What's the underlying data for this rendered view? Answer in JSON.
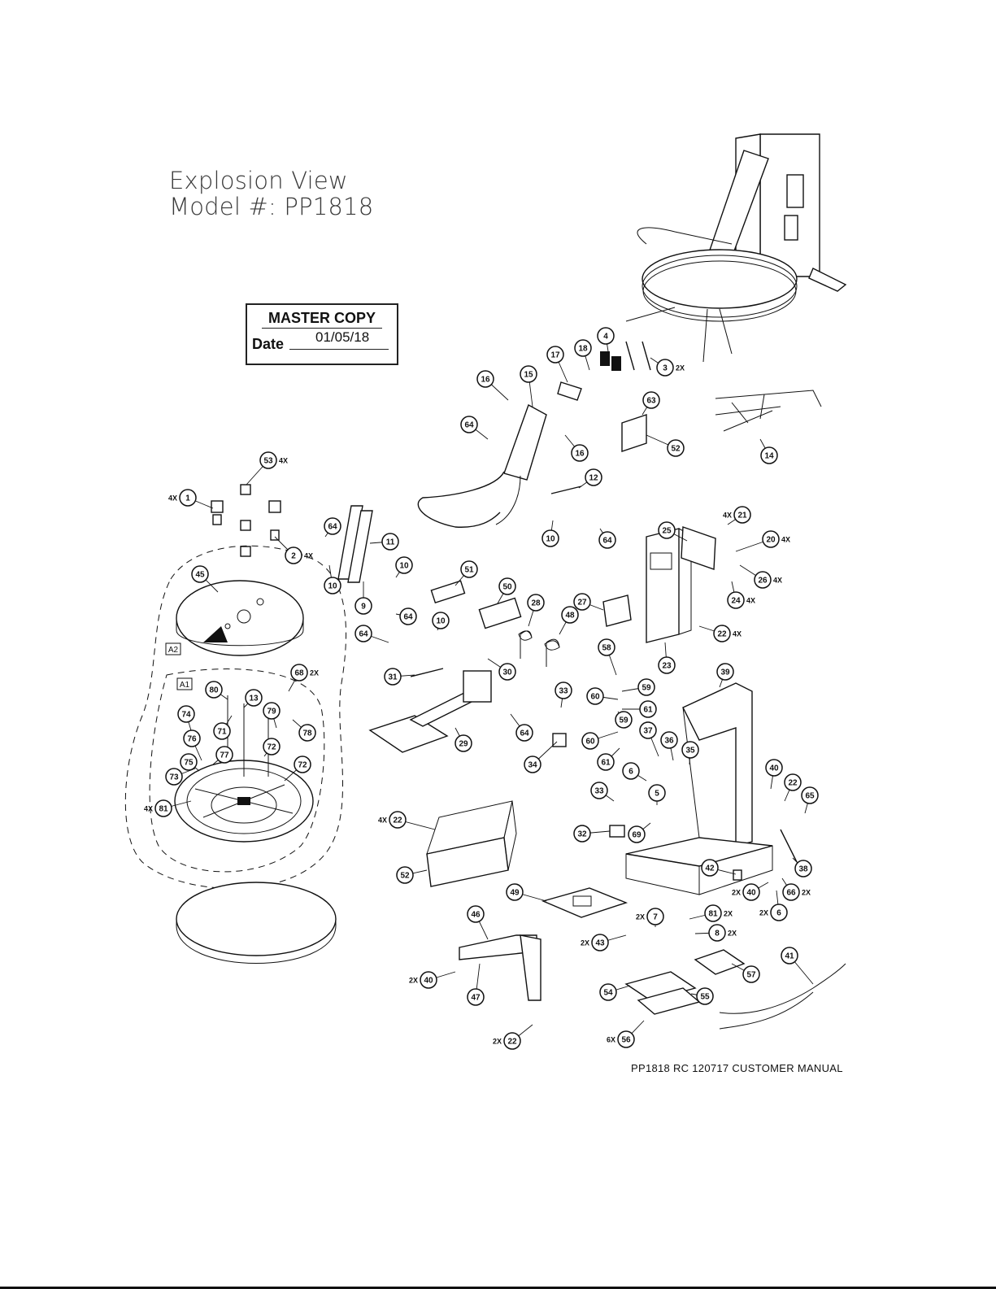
{
  "title": [
    "Explosion View",
    "Model #: PP1818"
  ],
  "stamp": {
    "title": "MASTER COPY",
    "date_label": "Date",
    "date_value": "01/05/18"
  },
  "footer": "PP1818 RC 120717 CUSTOMER MANUAL",
  "zones": [
    "A2",
    "A1"
  ],
  "callouts": [
    {
      "n": "1",
      "qty": "4X"
    },
    {
      "n": "2",
      "qty": "4X"
    },
    {
      "n": "3",
      "qty": "2X"
    },
    {
      "n": "4",
      "qty": ""
    },
    {
      "n": "5",
      "qty": ""
    },
    {
      "n": "6",
      "qty": ""
    },
    {
      "n": "6",
      "qty": "2X"
    },
    {
      "n": "7",
      "qty": "2X"
    },
    {
      "n": "8",
      "qty": "2X"
    },
    {
      "n": "9",
      "qty": ""
    },
    {
      "n": "10",
      "qty": ""
    },
    {
      "n": "10",
      "qty": ""
    },
    {
      "n": "10",
      "qty": ""
    },
    {
      "n": "10",
      "qty": ""
    },
    {
      "n": "11",
      "qty": ""
    },
    {
      "n": "12",
      "qty": ""
    },
    {
      "n": "13",
      "qty": ""
    },
    {
      "n": "14",
      "qty": ""
    },
    {
      "n": "15",
      "qty": ""
    },
    {
      "n": "16",
      "qty": ""
    },
    {
      "n": "16",
      "qty": ""
    },
    {
      "n": "17",
      "qty": ""
    },
    {
      "n": "18",
      "qty": ""
    },
    {
      "n": "20",
      "qty": "4X"
    },
    {
      "n": "21",
      "qty": "4X"
    },
    {
      "n": "22",
      "qty": "4X"
    },
    {
      "n": "22",
      "qty": "4X"
    },
    {
      "n": "22",
      "qty": ""
    },
    {
      "n": "22",
      "qty": "2X"
    },
    {
      "n": "23",
      "qty": ""
    },
    {
      "n": "24",
      "qty": "4X"
    },
    {
      "n": "25",
      "qty": ""
    },
    {
      "n": "26",
      "qty": "4X"
    },
    {
      "n": "27",
      "qty": ""
    },
    {
      "n": "28",
      "qty": ""
    },
    {
      "n": "29",
      "qty": ""
    },
    {
      "n": "30",
      "qty": ""
    },
    {
      "n": "31",
      "qty": ""
    },
    {
      "n": "32",
      "qty": ""
    },
    {
      "n": "33",
      "qty": ""
    },
    {
      "n": "33",
      "qty": ""
    },
    {
      "n": "34",
      "qty": ""
    },
    {
      "n": "35",
      "qty": ""
    },
    {
      "n": "36",
      "qty": ""
    },
    {
      "n": "37",
      "qty": ""
    },
    {
      "n": "38",
      "qty": ""
    },
    {
      "n": "39",
      "qty": ""
    },
    {
      "n": "40",
      "qty": ""
    },
    {
      "n": "40",
      "qty": "2X"
    },
    {
      "n": "40",
      "qty": "2X"
    },
    {
      "n": "41",
      "qty": ""
    },
    {
      "n": "42",
      "qty": ""
    },
    {
      "n": "43",
      "qty": "2X"
    },
    {
      "n": "45",
      "qty": ""
    },
    {
      "n": "46",
      "qty": ""
    },
    {
      "n": "47",
      "qty": ""
    },
    {
      "n": "48",
      "qty": ""
    },
    {
      "n": "49",
      "qty": ""
    },
    {
      "n": "50",
      "qty": ""
    },
    {
      "n": "51",
      "qty": ""
    },
    {
      "n": "52",
      "qty": ""
    },
    {
      "n": "52",
      "qty": ""
    },
    {
      "n": "53",
      "qty": "4X"
    },
    {
      "n": "54",
      "qty": ""
    },
    {
      "n": "55",
      "qty": ""
    },
    {
      "n": "56",
      "qty": "6X"
    },
    {
      "n": "57",
      "qty": ""
    },
    {
      "n": "58",
      "qty": ""
    },
    {
      "n": "59",
      "qty": ""
    },
    {
      "n": "59",
      "qty": ""
    },
    {
      "n": "60",
      "qty": ""
    },
    {
      "n": "60",
      "qty": ""
    },
    {
      "n": "61",
      "qty": ""
    },
    {
      "n": "61",
      "qty": ""
    },
    {
      "n": "63",
      "qty": ""
    },
    {
      "n": "64",
      "qty": ""
    },
    {
      "n": "64",
      "qty": ""
    },
    {
      "n": "64",
      "qty": ""
    },
    {
      "n": "64",
      "qty": ""
    },
    {
      "n": "64",
      "qty": ""
    },
    {
      "n": "64",
      "qty": ""
    },
    {
      "n": "65",
      "qty": ""
    },
    {
      "n": "66",
      "qty": "2X"
    },
    {
      "n": "68",
      "qty": "2X"
    },
    {
      "n": "69",
      "qty": ""
    },
    {
      "n": "71",
      "qty": ""
    },
    {
      "n": "72",
      "qty": ""
    },
    {
      "n": "72",
      "qty": ""
    },
    {
      "n": "73",
      "qty": ""
    },
    {
      "n": "74",
      "qty": ""
    },
    {
      "n": "75",
      "qty": ""
    },
    {
      "n": "76",
      "qty": ""
    },
    {
      "n": "77",
      "qty": ""
    },
    {
      "n": "78",
      "qty": ""
    },
    {
      "n": "79",
      "qty": ""
    },
    {
      "n": "80",
      "qty": ""
    },
    {
      "n": "81",
      "qty": "4X"
    },
    {
      "n": "81",
      "qty": "2X"
    }
  ]
}
